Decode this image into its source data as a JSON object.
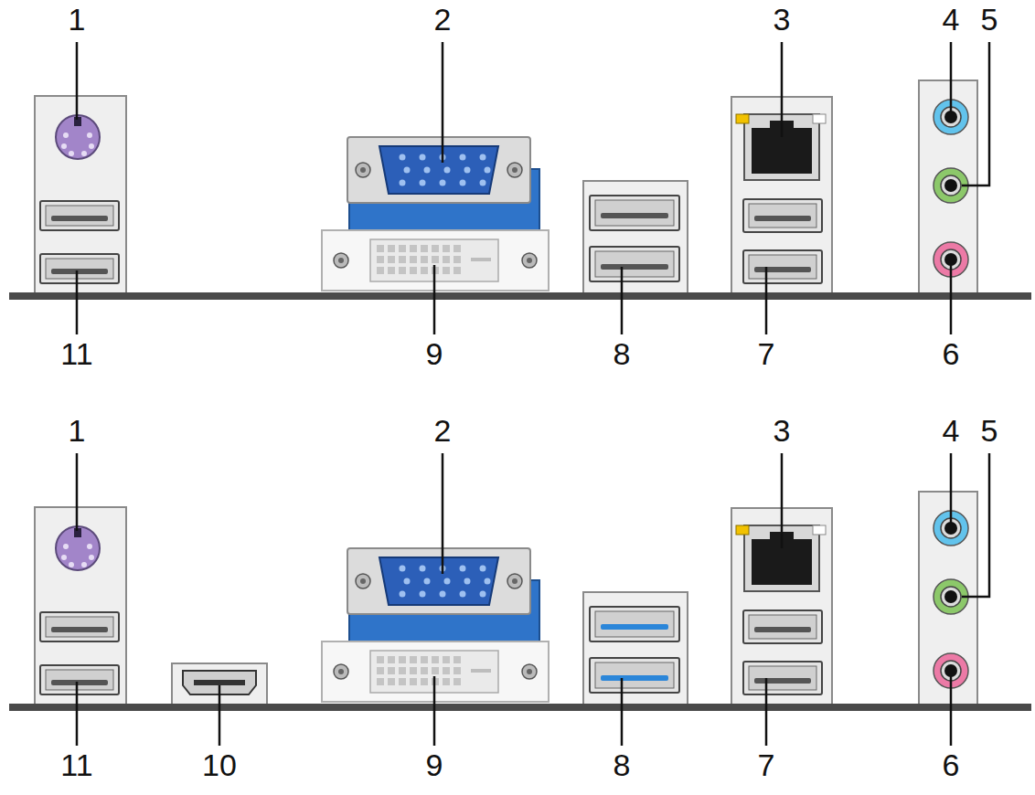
{
  "diagram": {
    "labels": [
      "1",
      "2",
      "3",
      "4",
      "5",
      "11",
      "9",
      "8",
      "7",
      "6",
      "1",
      "2",
      "3",
      "4",
      "5",
      "11",
      "10",
      "9",
      "8",
      "7",
      "6"
    ]
  }
}
